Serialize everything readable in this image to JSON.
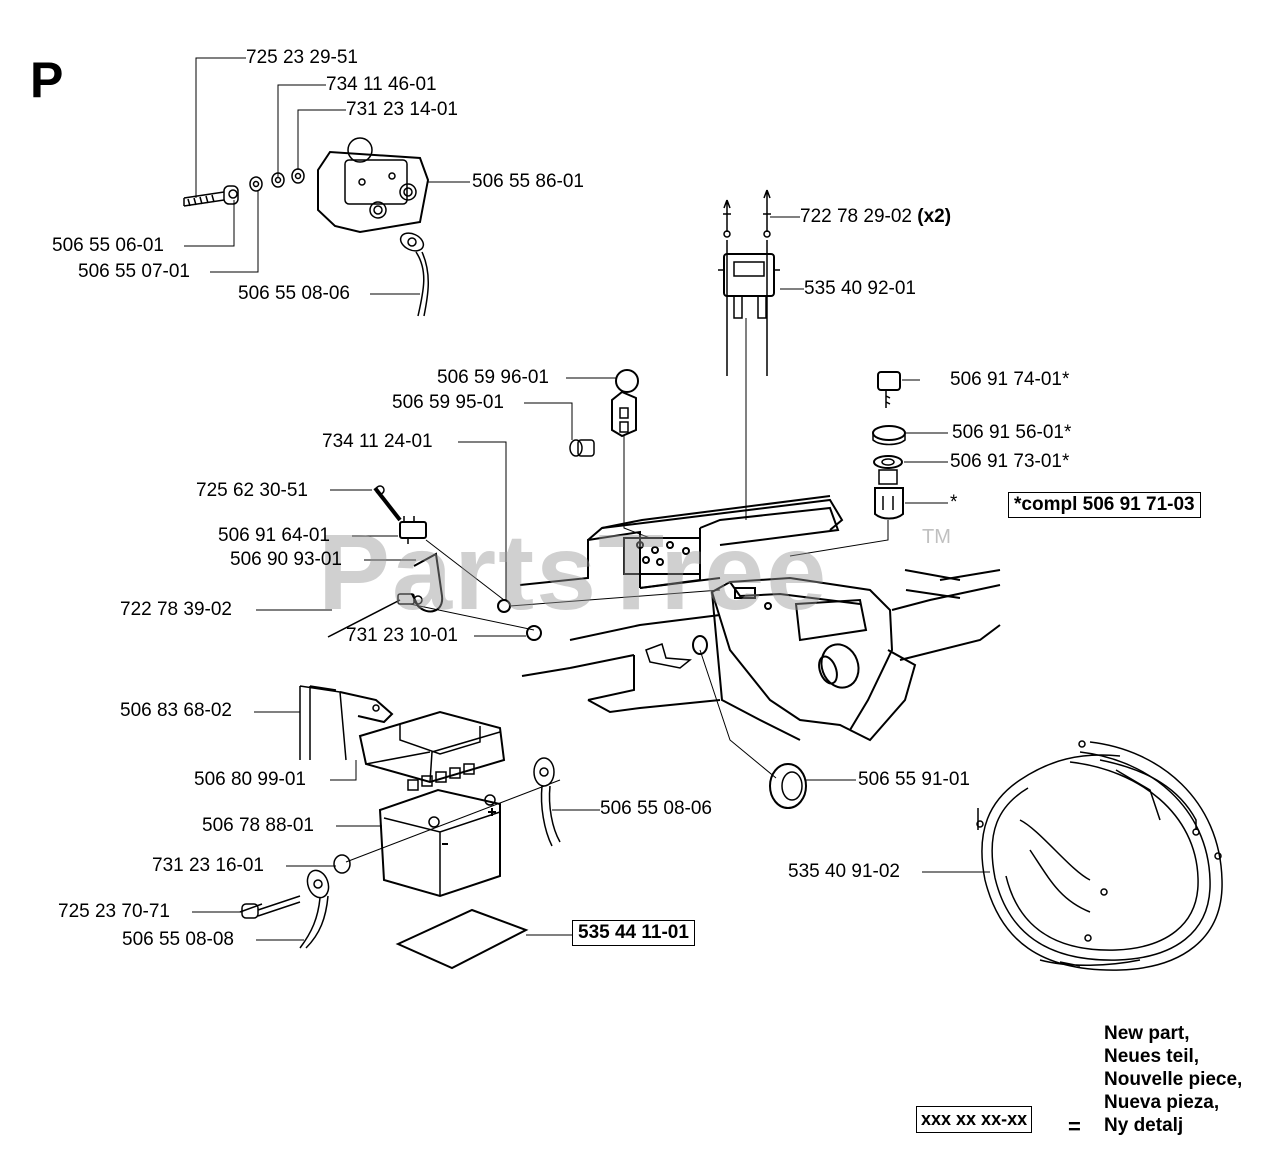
{
  "section": "P",
  "watermark": "PartsTree",
  "watermark_tm": "TM",
  "labels": {
    "p1": "725 23 29-51",
    "p2": "734 11 46-01",
    "p3": "731 23 14-01",
    "p4": "506 55 86-01",
    "p5": "506 55 06-01",
    "p6": "506 55 07-01",
    "p7": "506 55 08-06",
    "p8": "722 78 29-02",
    "p8_qty": "(x2)",
    "p9": "535 40 92-01",
    "p10": "506 59 96-01",
    "p11": "506 59 95-01",
    "p12": "734 11 24-01",
    "p13": "725 62 30-51",
    "p14": "506 91 64-01",
    "p15": "506 90 93-01",
    "p16": "722 78 39-02",
    "p17": "731 23 10-01",
    "p18": "506 91 74-01*",
    "p19": "506 91 56-01*",
    "p20": "506 91 73-01*",
    "p21": "*",
    "p22": "*compl 506 91 71-03",
    "p23": "506 83 68-02",
    "p24": "506 80 99-01",
    "p25": "506 78 88-01",
    "p26": "506 55 08-06",
    "p27": "731 23 16-01",
    "p28": "725 23 70-71",
    "p29": "506 55 08-08",
    "p30": "535 44 11-01",
    "p31": "506 55 91-01",
    "p32": "535 40 91-02"
  },
  "legend": {
    "lines": [
      "New part,",
      "Neues teil,",
      "Nouvelle piece,",
      "Nueva pieza,",
      "Ny detalj"
    ],
    "box": "xxx xx xx-xx",
    "equals": "="
  }
}
